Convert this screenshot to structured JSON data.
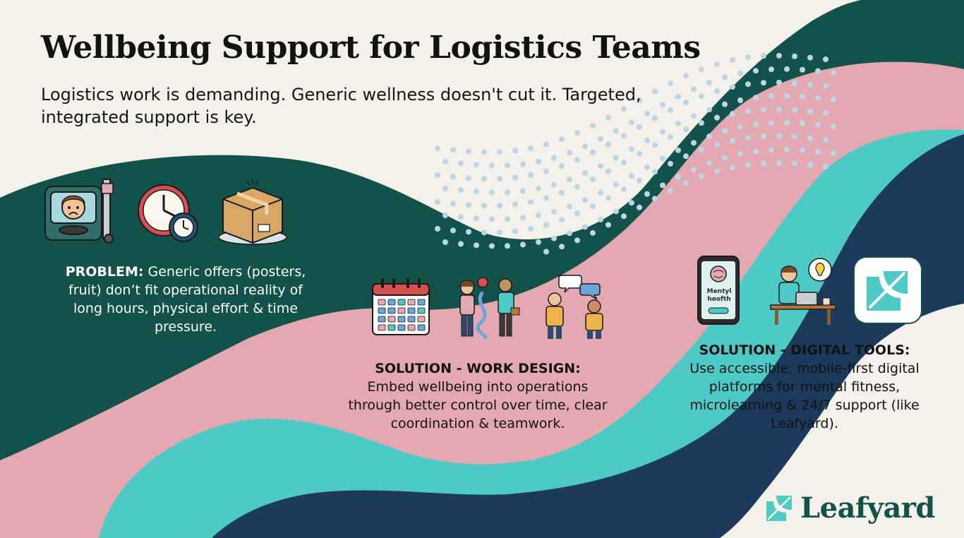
{
  "title": "Wellbeing Support for Logistics Teams",
  "subtitle": "Logistics work is demanding. Generic wellness doesn't cut it. Targeted, integrated support is key.",
  "problem": {
    "heading": "PROBLEM:",
    "text": " Generic offers (posters, fruit) don’t fit operational reality of long hours, physical effort & time pressure."
  },
  "work_design": {
    "heading": "SOLUTION - WORK DESIGN:",
    "text": "Embed wellbeing into operations through better control over time, clear coordination & teamwork."
  },
  "digital_tools": {
    "heading": "SOLUTION - DIGITAL TOOLS:",
    "text": "Use accessible, mobile-first digital platforms for mental fitness, microlearning & 24/7 support (like Leafyard)."
  },
  "phone_screen_text": "Mentyl heofth",
  "brand": {
    "name": "Leafyard"
  },
  "colors": {
    "cream": "#f3f1ea",
    "dark_teal": "#12524b",
    "pink": "#e4a8b0",
    "turquoise": "#4ecac6",
    "navy": "#1b3a5c",
    "dots": "#bcd6e6"
  },
  "icons": [
    "stressed-driver-icon",
    "clock-icon",
    "parcel-box-icon",
    "calendar-icon",
    "navigating-workers-icon",
    "talking-workers-icon",
    "mental-health-phone-icon",
    "laptop-learner-icon",
    "leafyard-app-icon",
    "leafyard-logo-icon"
  ]
}
